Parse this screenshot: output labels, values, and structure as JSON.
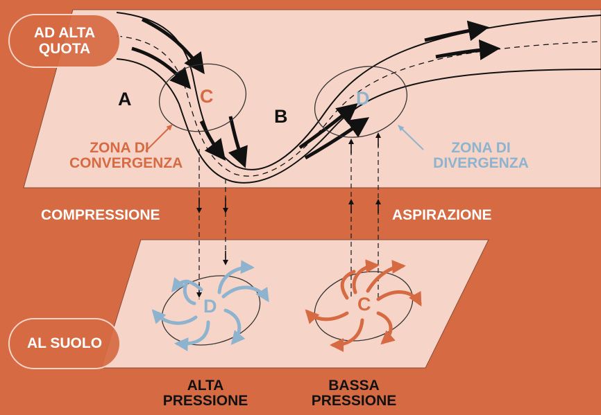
{
  "levels": {
    "upper": "AD ALTA QUOTA",
    "upper_line1": "AD ALTA",
    "upper_line2": "QUOTA",
    "ground": "AL SUOLO"
  },
  "points": {
    "a": "A",
    "b": "B"
  },
  "upper_centers": {
    "convergence_letter": "C",
    "divergence_letter": "D"
  },
  "ground_centers": {
    "high_letter": "D",
    "low_letter": "C"
  },
  "zones": {
    "convergence_line1": "ZONA DI",
    "convergence_line2": "CONVERGENZA",
    "divergence_line1": "ZONA DI",
    "divergence_line2": "DIVERGENZA"
  },
  "vertical_motion": {
    "down": "COMPRESSIONE",
    "up": "ASPIRAZIONE"
  },
  "pressure": {
    "high_line1": "ALTA",
    "high_line2": "PRESSIONE",
    "low_line1": "BASSA",
    "low_line2": "PRESSIONE"
  },
  "colors": {
    "background": "#d66a43",
    "plane": "#f6d5c8",
    "convergence": "#d66a43",
    "divergence": "#8db3cf",
    "ink": "#111111"
  }
}
